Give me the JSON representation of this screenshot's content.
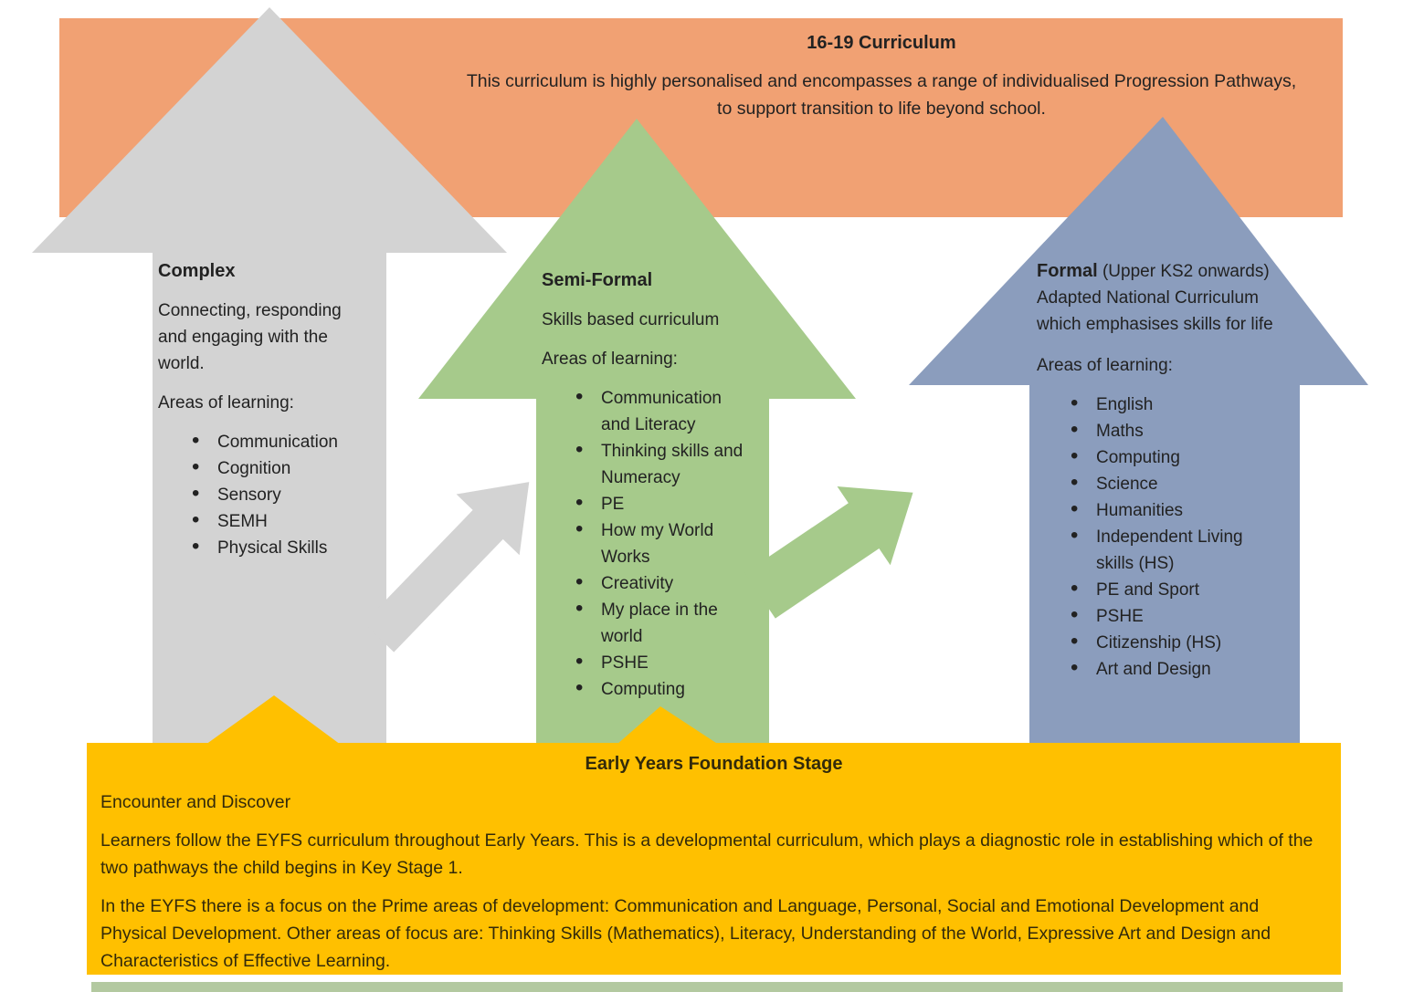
{
  "colors": {
    "banner_orange": "#F1A173",
    "arrow_gray": "#D3D3D3",
    "arrow_green": "#A6CA8B",
    "arrow_blue": "#8B9DBD",
    "banner_yellow": "#FFC000",
    "strip_green": "#B3C9A0",
    "text_dark": "#222222",
    "text_on_yellow": "#332A0A"
  },
  "top_banner": {
    "title": "16-19 Curriculum",
    "body": "This curriculum is highly personalised and encompasses a range of individualised Progression Pathways, to support transition to life beyond school."
  },
  "pathways": {
    "complex": {
      "title": "Complex",
      "description": "Connecting, responding and engaging with the world.",
      "areas_label": "Areas of learning:",
      "areas": [
        "Communication",
        "Cognition",
        "Sensory",
        "SEMH",
        "Physical Skills"
      ]
    },
    "semi_formal": {
      "title": "Semi-Formal",
      "description": "Skills based curriculum",
      "areas_label": "Areas of learning:",
      "areas": [
        "Communication and Literacy",
        "Thinking skills and Numeracy",
        "PE",
        "How my World Works",
        "Creativity",
        "My place in the world",
        "PSHE",
        "Computing"
      ]
    },
    "formal": {
      "title_bold": "Formal",
      "title_rest": " (Upper KS2 onwards)",
      "description": "Adapted National Curriculum which emphasises skills for life",
      "areas_label": "Areas of learning:",
      "areas": [
        "English",
        "Maths",
        "Computing",
        "Science",
        "Humanities",
        "Independent Living skills (HS)",
        "PE and Sport",
        "PSHE",
        "Citizenship (HS)",
        "Art and Design"
      ]
    }
  },
  "eyfs_banner": {
    "title": "Early Years Foundation Stage",
    "subtitle": "Encounter and Discover",
    "paragraph1": "Learners follow the EYFS curriculum throughout Early Years. This is a developmental curriculum, which plays a diagnostic role in establishing which of the two pathways the child begins in Key Stage 1.",
    "paragraph2": "In the EYFS there is a focus on the Prime areas of development: Communication and Language, Personal, Social and Emotional Development and Physical Development. Other areas of focus are: Thinking Skills (Mathematics), Literacy, Understanding of the World, Expressive Art and Design and Characteristics of Effective Learning."
  }
}
